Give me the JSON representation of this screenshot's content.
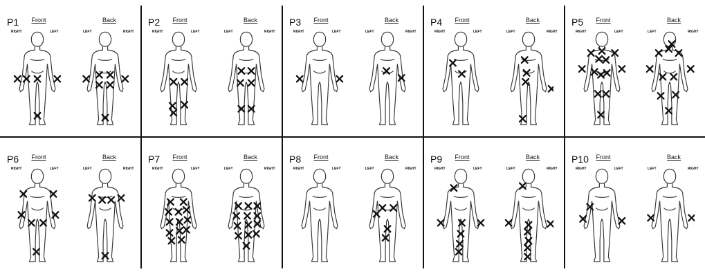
{
  "labels": {
    "front": "Front",
    "back": "Back",
    "right": "RIGHT",
    "left": "LEFT"
  },
  "mark_color": "#111111",
  "panels": [
    {
      "id": "P1",
      "front": [
        [
          0.1,
          0.5
        ],
        [
          0.28,
          0.5
        ],
        [
          0.5,
          0.5
        ],
        [
          0.9,
          0.5
        ],
        [
          0.5,
          0.87
        ]
      ],
      "back": [
        [
          0.12,
          0.5
        ],
        [
          0.38,
          0.46
        ],
        [
          0.6,
          0.46
        ],
        [
          0.9,
          0.5
        ],
        [
          0.38,
          0.56
        ],
        [
          0.6,
          0.56
        ],
        [
          0.5,
          0.89
        ]
      ]
    },
    {
      "id": "P2",
      "front": [
        [
          0.4,
          0.53
        ],
        [
          0.62,
          0.53
        ],
        [
          0.38,
          0.77
        ],
        [
          0.62,
          0.76
        ],
        [
          0.4,
          0.84
        ]
      ],
      "back": [
        [
          0.4,
          0.42
        ],
        [
          0.6,
          0.42
        ],
        [
          0.38,
          0.54
        ],
        [
          0.6,
          0.54
        ],
        [
          0.4,
          0.8
        ],
        [
          0.6,
          0.8
        ]
      ]
    },
    {
      "id": "P3",
      "front": [
        [
          0.1,
          0.5
        ],
        [
          0.9,
          0.5
        ]
      ],
      "back": [
        [
          0.48,
          0.42
        ],
        [
          0.78,
          0.49
        ]
      ]
    },
    {
      "id": "P4",
      "front": [
        [
          0.34,
          0.34
        ],
        [
          0.52,
          0.45
        ]
      ],
      "back": [
        [
          0.42,
          0.31
        ],
        [
          0.46,
          0.44
        ],
        [
          0.44,
          0.53
        ],
        [
          0.96,
          0.6
        ],
        [
          0.38,
          0.9
        ]
      ]
    },
    {
      "id": "P5",
      "front": [
        [
          0.28,
          0.24
        ],
        [
          0.5,
          0.22
        ],
        [
          0.76,
          0.24
        ],
        [
          0.44,
          0.3
        ],
        [
          0.58,
          0.31
        ],
        [
          0.1,
          0.4
        ],
        [
          0.35,
          0.43
        ],
        [
          0.48,
          0.46
        ],
        [
          0.6,
          0.44
        ],
        [
          0.9,
          0.4
        ],
        [
          0.42,
          0.65
        ],
        [
          0.58,
          0.65
        ],
        [
          0.48,
          0.86
        ]
      ],
      "back": [
        [
          0.28,
          0.24
        ],
        [
          0.48,
          0.2
        ],
        [
          0.68,
          0.24
        ],
        [
          0.54,
          0.15
        ],
        [
          0.1,
          0.4
        ],
        [
          0.92,
          0.4
        ],
        [
          0.36,
          0.48
        ],
        [
          0.58,
          0.48
        ],
        [
          0.32,
          0.67
        ],
        [
          0.62,
          0.66
        ],
        [
          0.48,
          0.82
        ]
      ]
    },
    {
      "id": "P6",
      "front": [
        [
          0.22,
          0.28
        ],
        [
          0.82,
          0.28
        ],
        [
          0.18,
          0.49
        ],
        [
          0.86,
          0.49
        ],
        [
          0.38,
          0.57
        ],
        [
          0.62,
          0.57
        ],
        [
          0.48,
          0.86
        ]
      ],
      "back": [
        [
          0.24,
          0.32
        ],
        [
          0.44,
          0.34
        ],
        [
          0.62,
          0.34
        ],
        [
          0.82,
          0.32
        ],
        [
          0.5,
          0.9
        ]
      ]
    },
    {
      "id": "P7",
      "front": [
        [
          0.34,
          0.36
        ],
        [
          0.6,
          0.36
        ],
        [
          0.3,
          0.46
        ],
        [
          0.5,
          0.46
        ],
        [
          0.66,
          0.44
        ],
        [
          0.32,
          0.56
        ],
        [
          0.52,
          0.56
        ],
        [
          0.68,
          0.54
        ],
        [
          0.32,
          0.67
        ],
        [
          0.52,
          0.65
        ],
        [
          0.66,
          0.64
        ],
        [
          0.36,
          0.75
        ],
        [
          0.56,
          0.74
        ]
      ],
      "back": [
        [
          0.34,
          0.4
        ],
        [
          0.54,
          0.4
        ],
        [
          0.72,
          0.4
        ],
        [
          0.3,
          0.5
        ],
        [
          0.52,
          0.5
        ],
        [
          0.72,
          0.5
        ],
        [
          0.32,
          0.6
        ],
        [
          0.54,
          0.59
        ],
        [
          0.72,
          0.58
        ],
        [
          0.34,
          0.7
        ],
        [
          0.54,
          0.69
        ],
        [
          0.7,
          0.68
        ],
        [
          0.5,
          0.8
        ]
      ]
    },
    {
      "id": "P8",
      "front": [],
      "back": [
        [
          0.4,
          0.42
        ],
        [
          0.62,
          0.42
        ],
        [
          0.28,
          0.48
        ],
        [
          0.5,
          0.63
        ],
        [
          0.46,
          0.72
        ]
      ]
    },
    {
      "id": "P9",
      "front": [
        [
          0.36,
          0.22
        ],
        [
          0.1,
          0.57
        ],
        [
          0.52,
          0.57
        ],
        [
          0.9,
          0.57
        ],
        [
          0.5,
          0.68
        ],
        [
          0.48,
          0.78
        ],
        [
          0.46,
          0.86
        ]
      ],
      "back": [
        [
          0.38,
          0.2
        ],
        [
          0.1,
          0.57
        ],
        [
          0.94,
          0.58
        ],
        [
          0.5,
          0.59
        ],
        [
          0.48,
          0.66
        ],
        [
          0.5,
          0.75
        ],
        [
          0.48,
          0.82
        ],
        [
          0.48,
          0.91
        ]
      ]
    },
    {
      "id": "P10",
      "front": [
        [
          0.26,
          0.41
        ],
        [
          0.12,
          0.53
        ],
        [
          0.9,
          0.55
        ]
      ],
      "back": [
        [
          0.12,
          0.52
        ],
        [
          0.94,
          0.52
        ]
      ]
    }
  ]
}
